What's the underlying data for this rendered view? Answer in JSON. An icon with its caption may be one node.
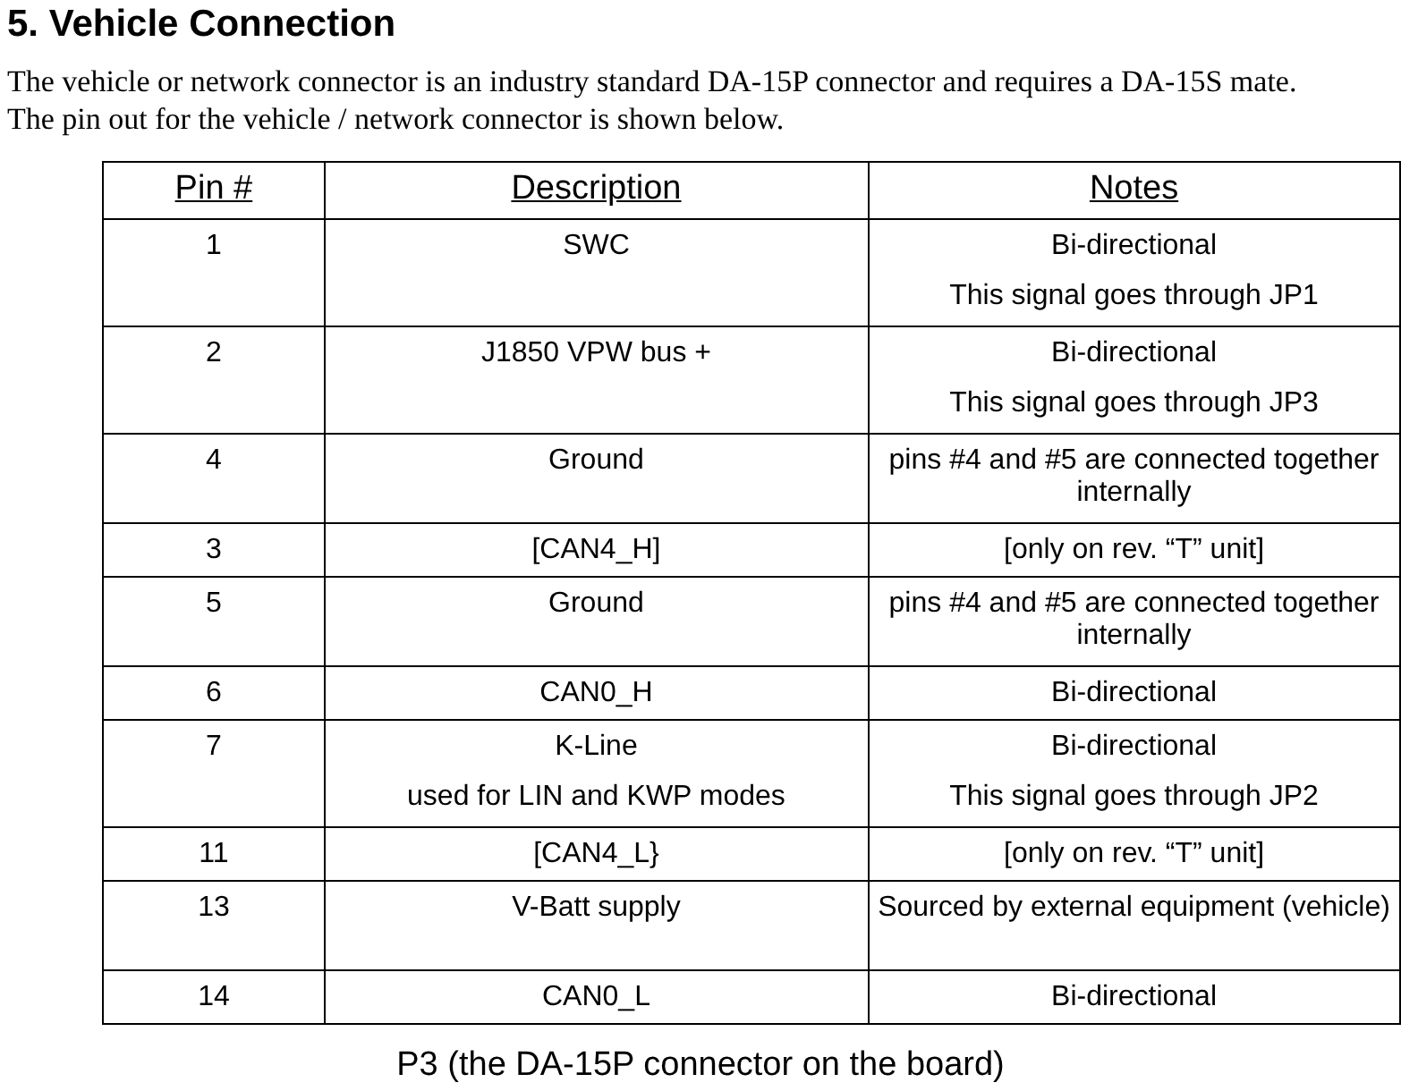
{
  "diagram": {
    "title": "5.  Vehicle Connection",
    "caption": "P3  (the DA-15P connector on the board)",
    "labels": [
      "The vehicle or network connector is an industry standard DA-15P connector and requires a DA-15S mate.  The pin out for the vehicle / network connector is shown below.",
      "Pin #",
      "Description",
      "Notes",
      "1",
      "SWC",
      "Bi-directional",
      "This signal goes through JP1",
      "2",
      "J1850 VPW bus +",
      "Bi-directional",
      "This signal goes through JP3",
      "4",
      "Ground",
      "pins #4 and #5 are connected together internally",
      "3",
      "[CAN4_H]",
      "[only on rev. “T” unit]",
      "5",
      "Ground",
      "pins #4 and #5 are connected together internally",
      "6",
      "CAN0_H",
      "Bi-directional",
      "7",
      "K-Line",
      "used for LIN and KWP modes",
      "Bi-directional",
      "This signal goes through JP2",
      "11",
      "[CAN4_L}",
      "[only on rev. “T” unit]",
      "13",
      "V-Batt supply",
      "Sourced by external equipment (vehicle)",
      "14",
      "CAN0_L",
      "Bi-directional"
    ]
  }
}
